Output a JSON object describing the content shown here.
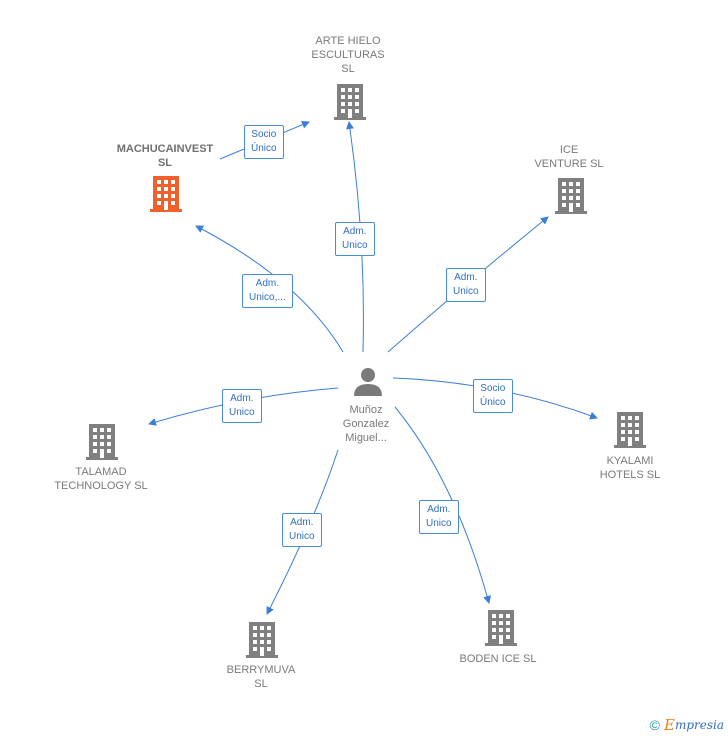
{
  "center": {
    "name_lines": [
      "Muñoz",
      "Gonzalez",
      "Miguel..."
    ],
    "icon": "person-icon"
  },
  "nodes": [
    {
      "id": "arte",
      "name_lines": [
        "ARTE HIELO",
        "ESCULTURAS",
        "SL"
      ],
      "icon": "building-icon",
      "highlight": false
    },
    {
      "id": "machu",
      "name_lines": [
        "MACHUCAINVEST",
        "SL"
      ],
      "icon": "building-icon",
      "highlight": true
    },
    {
      "id": "ice",
      "name_lines": [
        "ICE",
        "VENTURE  SL"
      ],
      "icon": "building-icon",
      "highlight": false
    },
    {
      "id": "kyalami",
      "name_lines": [
        "KYALAMI",
        "HOTELS  SL"
      ],
      "icon": "building-icon",
      "highlight": false
    },
    {
      "id": "talamad",
      "name_lines": [
        "TALAMAD",
        "TECHNOLOGY SL"
      ],
      "icon": "building-icon",
      "highlight": false
    },
    {
      "id": "berry",
      "name_lines": [
        "BERRYMUVA",
        "SL"
      ],
      "icon": "building-icon",
      "highlight": false
    },
    {
      "id": "boden",
      "name_lines": [
        "BODEN ICE SL"
      ],
      "icon": "building-icon",
      "highlight": false
    }
  ],
  "relations": [
    {
      "id": "r1",
      "lines": [
        "Socio",
        "Único"
      ]
    },
    {
      "id": "r2",
      "lines": [
        "Adm.",
        "Unico"
      ]
    },
    {
      "id": "r3",
      "lines": [
        "Adm.",
        "Unico,..."
      ]
    },
    {
      "id": "r4",
      "lines": [
        "Adm.",
        "Unico"
      ]
    },
    {
      "id": "r5",
      "lines": [
        "Socio",
        "Único"
      ]
    },
    {
      "id": "r6",
      "lines": [
        "Adm.",
        "Unico"
      ]
    },
    {
      "id": "r7",
      "lines": [
        "Adm.",
        "Unico"
      ]
    },
    {
      "id": "r8",
      "lines": [
        "Adm.",
        "Unico"
      ]
    }
  ],
  "colors": {
    "edge": "#3a7fd5",
    "building": "#808080",
    "highlight": "#f0602a",
    "person": "#7a7a7a"
  },
  "footer": {
    "copyright": "©",
    "brand_first": "E",
    "brand_rest": "mpresia"
  }
}
